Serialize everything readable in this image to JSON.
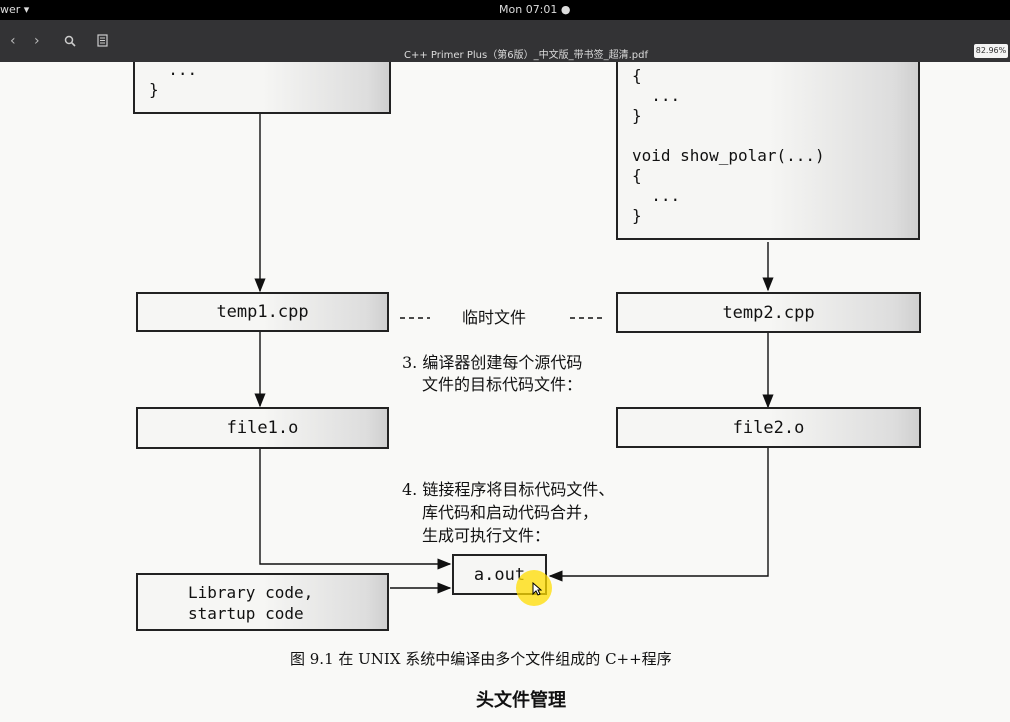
{
  "topbar": {
    "app_menu": "wer ▾",
    "clock": "Mon 07:01 ●"
  },
  "toolbar": {
    "back_glyph": "‹",
    "forward_glyph": "›",
    "search_glyph": "🔍",
    "sidebar_glyph": "▤",
    "title": "C++ Primer Plus（第6版）_中文版_带书签_超清.pdf",
    "zoom": "82.96%"
  },
  "figure": {
    "top_left_code": "  ...\n}",
    "top_right_code": "{\n  ...\n}\n\nvoid show_polar(...)\n{\n  ...\n}",
    "temp1": "temp1.cpp",
    "temp2": "temp2.cpp",
    "temp_label": "临时文件",
    "step3_line1": "3. 编译器创建每个源代码",
    "step3_line2": "文件的目标代码文件：",
    "file1": "file1.o",
    "file2": "file2.o",
    "step4_line1": "4. 链接程序将目标代码文件、",
    "step4_line2": "库代码和启动代码合并，",
    "step4_line3": "生成可执行文件：",
    "aout": "a.out",
    "library_line1": "Library code,",
    "library_line2": "startup code",
    "caption": "图 9.1    在 UNIX 系统中编译由多个文件组成的 C++程序"
  },
  "section_heading": "头文件管理"
}
